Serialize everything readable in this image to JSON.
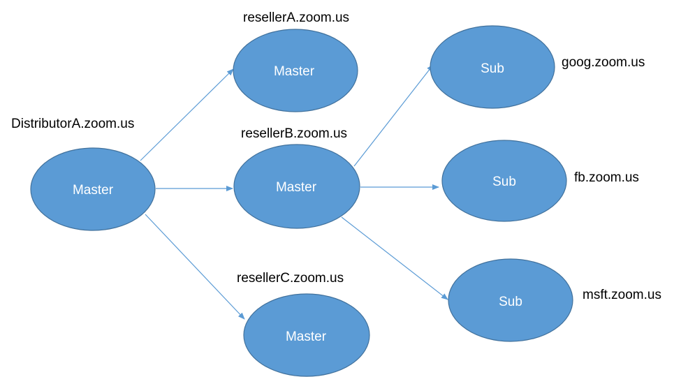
{
  "colors": {
    "node_fill": "#5b9bd5",
    "node_stroke": "#41719c",
    "edge": "#5b9bd5",
    "label_text": "#000000",
    "node_text": "#ffffff"
  },
  "nodes": {
    "distributor": {
      "domain": "DistributorA.zoom.us",
      "role": "Master"
    },
    "reseller_a": {
      "domain": "resellerA.zoom.us",
      "role": "Master"
    },
    "reseller_b": {
      "domain": "resellerB.zoom.us",
      "role": "Master"
    },
    "reseller_c": {
      "domain": "resellerC.zoom.us",
      "role": "Master"
    },
    "sub_goog": {
      "domain": "goog.zoom.us",
      "role": "Sub"
    },
    "sub_fb": {
      "domain": "fb.zoom.us",
      "role": "Sub"
    },
    "sub_msft": {
      "domain": "msft.zoom.us",
      "role": "Sub"
    }
  },
  "edges": [
    {
      "from": "distributor",
      "to": "reseller_a"
    },
    {
      "from": "distributor",
      "to": "reseller_b"
    },
    {
      "from": "distributor",
      "to": "reseller_c"
    },
    {
      "from": "reseller_b",
      "to": "sub_goog"
    },
    {
      "from": "reseller_b",
      "to": "sub_fb"
    },
    {
      "from": "reseller_b",
      "to": "sub_msft"
    }
  ]
}
